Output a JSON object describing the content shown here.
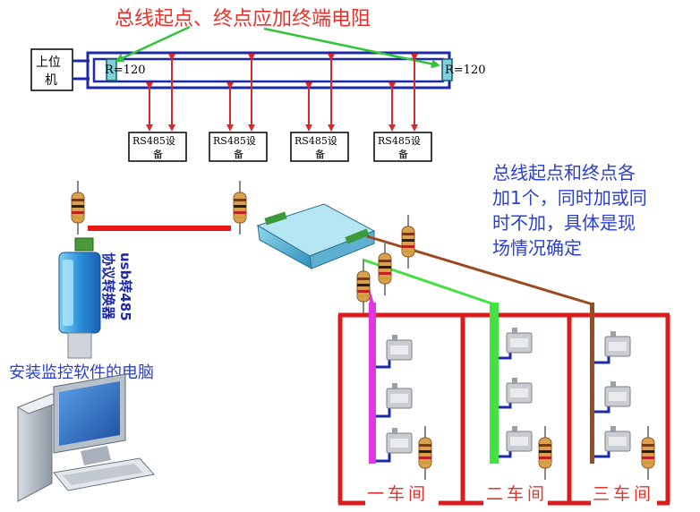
{
  "title": "总线起点、终点应加终端电阻",
  "host_label_line1": "上位",
  "host_label_line2": "机",
  "resistor_left": "R=120",
  "resistor_right": "R=120",
  "devices": [
    {
      "line1": "RS485设",
      "line2": "备"
    },
    {
      "line1": "RS485设",
      "line2": "备"
    },
    {
      "line1": "RS485设",
      "line2": "备"
    },
    {
      "line1": "RS485设",
      "line2": "备"
    }
  ],
  "note_lines": [
    "总线起点和终点各",
    "加1个，同时加或同",
    "时不加，具体是现",
    "场情况确定"
  ],
  "converter_line1": "usb转485",
  "converter_line2": "协议转换器",
  "pc_label": "安装监控软件的电脑",
  "workshops": [
    "一车间",
    "二车间",
    "三车间"
  ],
  "colors": {
    "title_red": "#e8312a",
    "note_blue": "#2a3fd0",
    "bus_border": "#1c2aa8",
    "arrow_red": "#d92828",
    "wall_red": "#d91c1c",
    "pointer_green": "#33c43a",
    "magenta": "#e236e2",
    "green_bus": "#44e044",
    "brown_bus": "#9a4a1e"
  }
}
